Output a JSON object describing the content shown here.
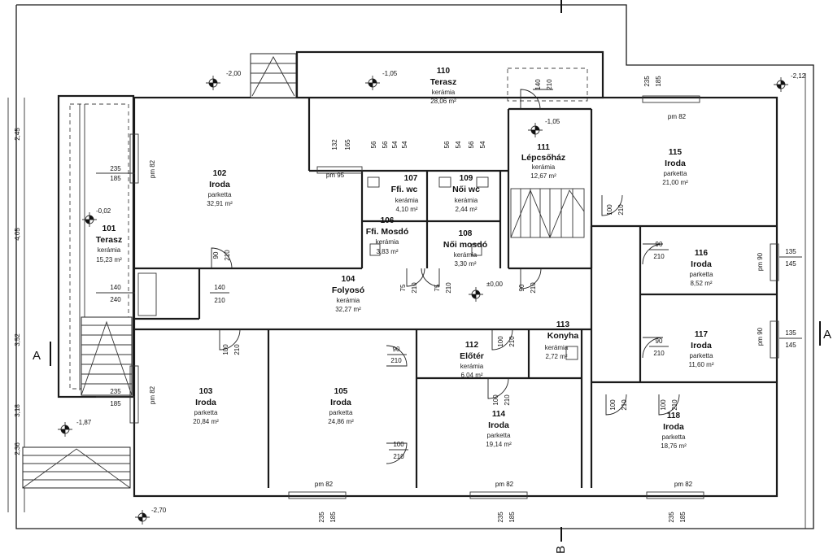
{
  "rooms": {
    "r110": {
      "num": "110",
      "name": "Terasz",
      "material": "kerámia",
      "area": "28,06 m²"
    },
    "r111": {
      "num": "111",
      "name": "Lépcsőház",
      "material": "kerámia",
      "area": "12,67 m²"
    },
    "r115": {
      "num": "115",
      "name": "Iroda",
      "material": "parketta",
      "area": "21,00 m²"
    },
    "r102": {
      "num": "102",
      "name": "Iroda",
      "material": "parketta",
      "area": "32,91 m²"
    },
    "r107": {
      "num": "107",
      "name": "Ffi. wc",
      "material": "kerámia",
      "area": "4,10 m²"
    },
    "r109": {
      "num": "109",
      "name": "Női wc",
      "material": "kerámia",
      "area": "2,44 m²"
    },
    "r106": {
      "num": "106",
      "name": "Ffi. Mosdó",
      "material": "kerámia",
      "area": "3,83 m²"
    },
    "r108": {
      "num": "108",
      "name": "Női mosdó",
      "material": "kerámia",
      "area": "3,30 m²"
    },
    "r101": {
      "num": "101",
      "name": "Terasz",
      "material": "kerámia",
      "area": "15,23 m²"
    },
    "r116": {
      "num": "116",
      "name": "Iroda",
      "material": "parketta",
      "area": "8,52 m²"
    },
    "r104": {
      "num": "104",
      "name": "Folyosó",
      "material": "kerámia",
      "area": "32,27 m²"
    },
    "r113": {
      "num": "113",
      "name": "Konyha",
      "material": "kerámia",
      "area": "2,72 m²"
    },
    "r112": {
      "num": "112",
      "name": "Előtér",
      "material": "kerámia",
      "area": "6,04 m²"
    },
    "r117": {
      "num": "117",
      "name": "Iroda",
      "material": "parketta",
      "area": "11,60 m²"
    },
    "r103": {
      "num": "103",
      "name": "Iroda",
      "material": "parketta",
      "area": "20,84 m²"
    },
    "r105": {
      "num": "105",
      "name": "Iroda",
      "material": "parketta",
      "area": "24,86 m²"
    },
    "r114": {
      "num": "114",
      "name": "Iroda",
      "material": "parketta",
      "area": "19,14 m²"
    },
    "r118": {
      "num": "118",
      "name": "Iroda",
      "material": "parketta",
      "area": "18,76 m²"
    }
  },
  "levels": {
    "l1": "-2,00",
    "l2": "-1,05",
    "l3": "-1,05",
    "l4": "-2,12",
    "l5": "-0,02",
    "l6": "±0,00",
    "l7": "-1,87",
    "l8": "-2,70"
  },
  "section": {
    "left": "A",
    "right": "A",
    "bottom": "B"
  },
  "dims": {
    "d235": "235",
    "d185": "185",
    "d82": "82",
    "d140": "140",
    "d240": "240",
    "d90": "90",
    "d210": "210",
    "d135": "135",
    "d145": "145",
    "d100": "100",
    "d75": "75",
    "d132": "132",
    "d165": "165",
    "d56": "56",
    "d54": "54",
    "pm82": "pm 82",
    "pm95": "pm 95",
    "pm90": "pm 90"
  },
  "side_dims": [
    "2,45",
    "4,05",
    "3,52",
    "3,18",
    "2,36"
  ]
}
